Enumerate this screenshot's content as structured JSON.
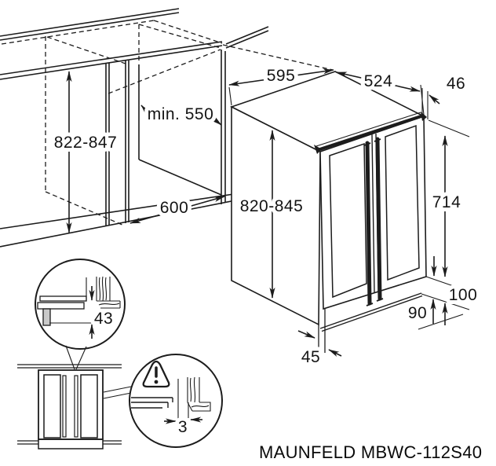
{
  "colors": {
    "background": "#ffffff",
    "line": "#1c1c1c",
    "text": "#141414"
  },
  "title": {
    "model_label": "MAUNFELD MBWC-112S40"
  },
  "niche_view": {
    "height": "822-847",
    "depth": "min. 550",
    "width": "600"
  },
  "appliance_view": {
    "width": "595",
    "depth": "524",
    "door_thickness": "46",
    "height": "820-845",
    "front_height": "714",
    "toe_kick_height_max": "100",
    "toe_kick_height_min": "90",
    "rear_gap": "45"
  },
  "detail_views": {
    "counter_gap": "43",
    "door_side_gap": "3"
  }
}
